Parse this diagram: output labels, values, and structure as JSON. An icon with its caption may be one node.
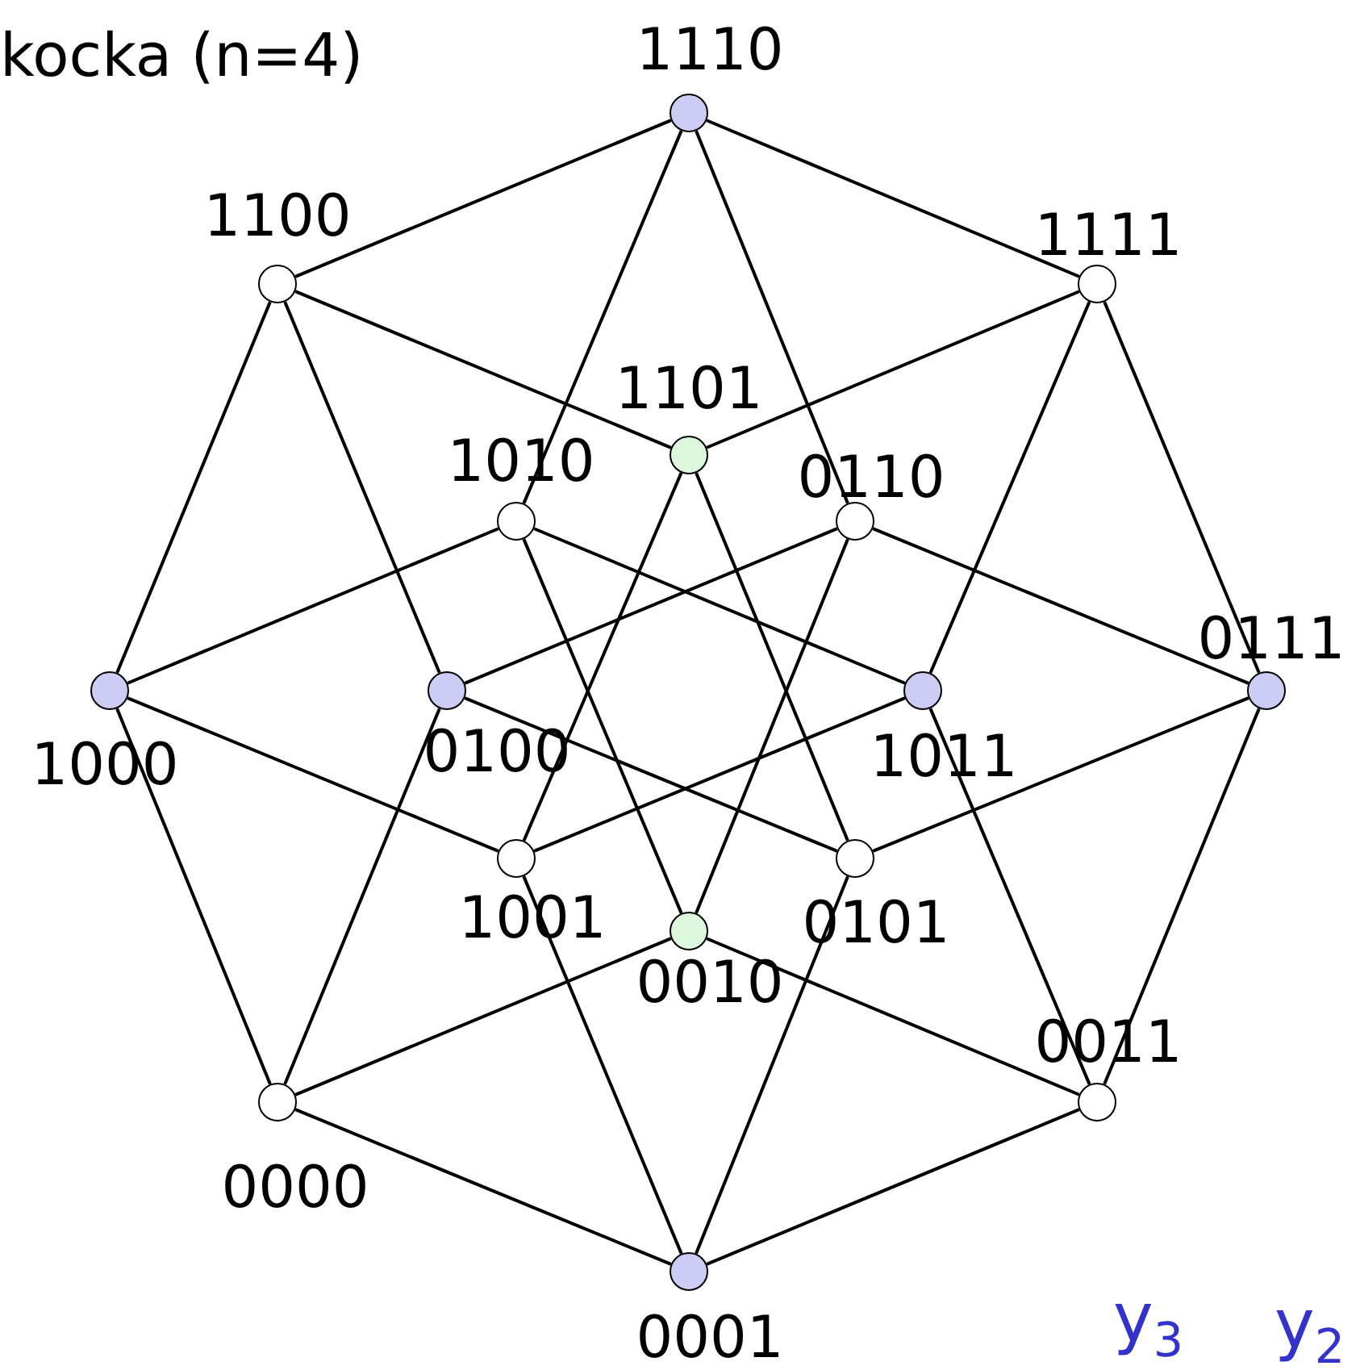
{
  "diagram": {
    "title": "kocka (n=4)",
    "nodes": [
      {
        "text": [],
        "shape": "circle",
        "beside": [
          "1110"
        ]
      },
      {
        "text": [],
        "shape": "circle",
        "beside": [
          "1100"
        ]
      },
      {
        "text": [],
        "shape": "circle",
        "beside": [
          "1111"
        ]
      },
      {
        "text": [],
        "shape": "circle",
        "beside": [
          "1101"
        ]
      },
      {
        "text": [],
        "shape": "circle",
        "beside": [
          "1010"
        ]
      },
      {
        "text": [],
        "shape": "circle",
        "beside": [
          "0110"
        ]
      },
      {
        "text": [],
        "shape": "circle",
        "beside": [
          "1000"
        ]
      },
      {
        "text": [],
        "shape": "circle",
        "beside": [
          "0100"
        ]
      },
      {
        "text": [],
        "shape": "circle",
        "beside": [
          "1011"
        ]
      },
      {
        "text": [],
        "shape": "circle",
        "beside": [
          "0111"
        ]
      },
      {
        "text": [],
        "shape": "circle",
        "beside": [
          "1001"
        ]
      },
      {
        "text": [],
        "shape": "circle",
        "beside": [
          "0101"
        ]
      },
      {
        "text": [],
        "shape": "circle",
        "beside": [
          "0010"
        ]
      },
      {
        "text": [],
        "shape": "circle",
        "beside": [
          "0000"
        ]
      },
      {
        "text": [],
        "shape": "circle",
        "beside": [
          "0011"
        ]
      },
      {
        "text": [],
        "shape": "circle",
        "beside": [
          "0001"
        ]
      }
    ],
    "edges": [
      {
        "from": 0,
        "to": 1,
        "arrow": "none"
      },
      {
        "from": 0,
        "to": 2,
        "arrow": "none"
      },
      {
        "from": 0,
        "to": 4,
        "arrow": "none"
      },
      {
        "from": 0,
        "to": 5,
        "arrow": "none"
      },
      {
        "from": 1,
        "to": 3,
        "arrow": "none"
      },
      {
        "from": 1,
        "to": 6,
        "arrow": "none"
      },
      {
        "from": 1,
        "to": 7,
        "arrow": "none"
      },
      {
        "from": 2,
        "to": 3,
        "arrow": "none"
      },
      {
        "from": 2,
        "to": 8,
        "arrow": "none"
      },
      {
        "from": 2,
        "to": 9,
        "arrow": "none"
      },
      {
        "from": 3,
        "to": 10,
        "arrow": "none"
      },
      {
        "from": 3,
        "to": 11,
        "arrow": "none"
      },
      {
        "from": 4,
        "to": 6,
        "arrow": "none"
      },
      {
        "from": 4,
        "to": 8,
        "arrow": "none"
      },
      {
        "from": 4,
        "to": 12,
        "arrow": "none"
      },
      {
        "from": 5,
        "to": 7,
        "arrow": "none"
      },
      {
        "from": 5,
        "to": 9,
        "arrow": "none"
      },
      {
        "from": 5,
        "to": 12,
        "arrow": "none"
      },
      {
        "from": 6,
        "to": 10,
        "arrow": "none"
      },
      {
        "from": 6,
        "to": 13,
        "arrow": "none"
      },
      {
        "from": 7,
        "to": 11,
        "arrow": "none"
      },
      {
        "from": 7,
        "to": 13,
        "arrow": "none"
      },
      {
        "from": 8,
        "to": 10,
        "arrow": "none"
      },
      {
        "from": 8,
        "to": 14,
        "arrow": "none"
      },
      {
        "from": 9,
        "to": 11,
        "arrow": "none"
      },
      {
        "from": 9,
        "to": 14,
        "arrow": "none"
      },
      {
        "from": 10,
        "to": 15,
        "arrow": "none"
      },
      {
        "from": 11,
        "to": 15,
        "arrow": "none"
      },
      {
        "from": 12,
        "to": 13,
        "arrow": "none"
      },
      {
        "from": 12,
        "to": 14,
        "arrow": "none"
      },
      {
        "from": 13,
        "to": 15,
        "arrow": "none"
      },
      {
        "from": 14,
        "to": 15,
        "arrow": "none"
      }
    ],
    "labels": [
      "y$_{3}$",
      "y$_{2}$"
    ]
  }
}
